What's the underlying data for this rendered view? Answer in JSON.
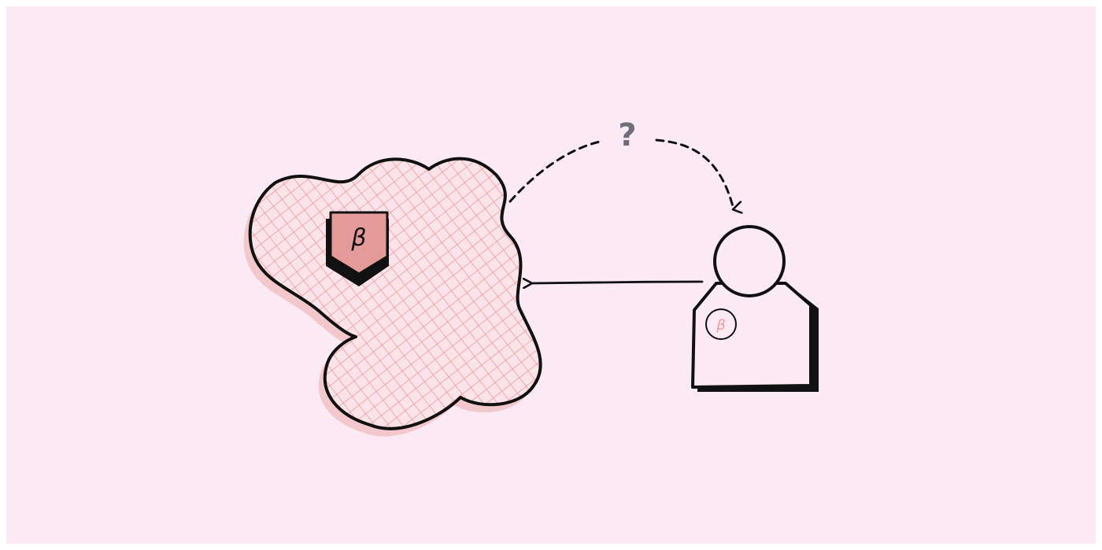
{
  "diagram": {
    "question_label": "?",
    "badge_letter": "β",
    "person_badge_letter": "β"
  },
  "colors": {
    "background": "#fbeaf4",
    "hatch": "#ee9a9a",
    "shadow": "#f3c8cc",
    "badge_fill": "#e49a98",
    "ink": "#111111",
    "question": "#6e6e78",
    "person_badge": "#ee9a9a"
  },
  "icons": {
    "blob": "hatched-territory-blob",
    "badge": "beta-shield-badge",
    "person": "person-figure-icon",
    "arrow_solid": "solid-arrow-left",
    "arrow_dashed": "dashed-curved-arrow"
  }
}
